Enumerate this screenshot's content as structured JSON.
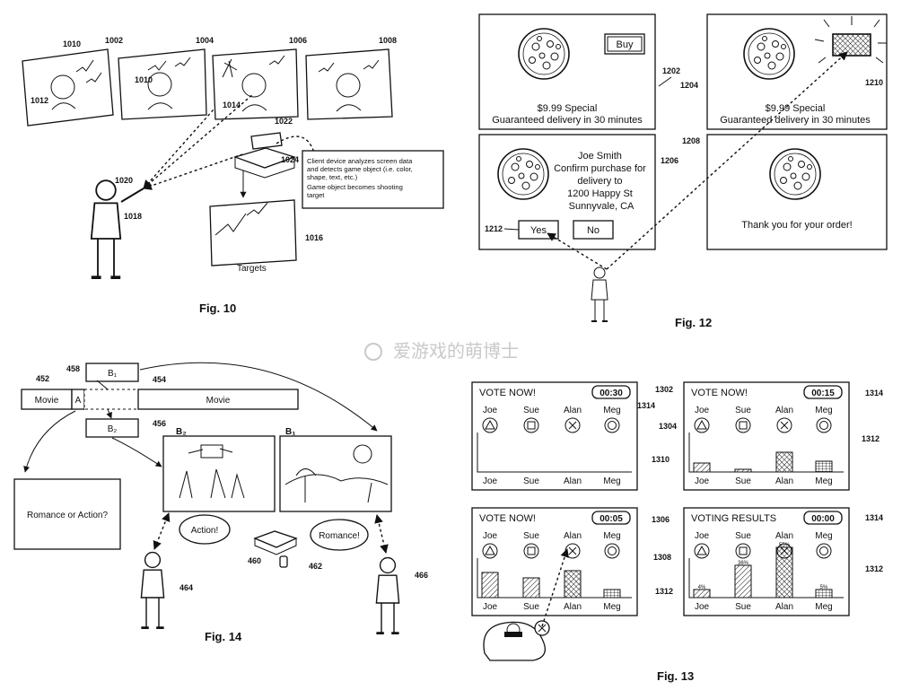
{
  "watermark": "爱游戏的萌博士",
  "fig10": {
    "caption": "Fig. 10",
    "refs": [
      "1010",
      "1002",
      "1004",
      "1006",
      "1008",
      "1012",
      "1010",
      "1014",
      "1022",
      "1024",
      "1020",
      "1018",
      "1016"
    ],
    "note_lines": [
      "Client device analyzes screen data",
      "and detects game object (i.e. color,",
      "shape, text, etc.)",
      "Game object becomes shooting",
      "target"
    ],
    "targets_label": "Targets"
  },
  "fig12": {
    "caption": "Fig. 12",
    "buy": "Buy",
    "special": "$9.99 Special",
    "delivery": "Guaranteed delivery in 30 minutes",
    "confirm_lines": [
      "Joe Smith",
      "Confirm purchase for",
      "delivery to",
      "1200 Happy St",
      "Sunnyvale, CA"
    ],
    "yes": "Yes",
    "no": "No",
    "thanks": "Thank you for your order!",
    "refs": [
      "1202",
      "1204",
      "1210",
      "1206",
      "1208",
      "1212"
    ]
  },
  "fig14": {
    "caption": "Fig. 14",
    "movie": "Movie",
    "a": "A",
    "b1": "B₁",
    "b2": "B₂",
    "question": "Romance or Action?",
    "action": "Action!",
    "romance": "Romance!",
    "refs": [
      "452",
      "458",
      "454",
      "456",
      "460",
      "462",
      "464",
      "466"
    ]
  },
  "fig13": {
    "caption": "Fig. 13",
    "vote_now": "VOTE NOW!",
    "results": "VOTING RESULTS",
    "timers": [
      "00:30",
      "00:15",
      "00:05",
      "00:00"
    ],
    "names": [
      "Joe",
      "Sue",
      "Alan",
      "Meg"
    ],
    "percents": [
      "4%",
      "36%",
      "55%",
      "5%"
    ],
    "refs": [
      "1302",
      "1314",
      "1304",
      "1312",
      "1310",
      "1314",
      "1306",
      "1308",
      "1314",
      "1312",
      "1312"
    ]
  }
}
